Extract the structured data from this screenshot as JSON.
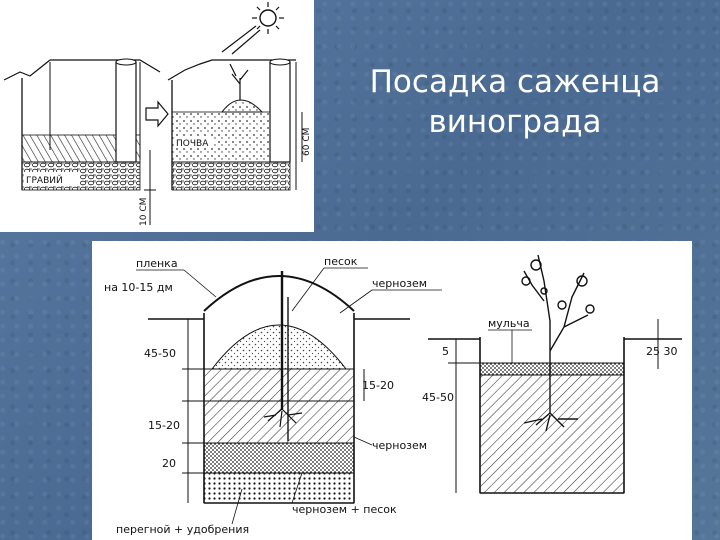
{
  "title": {
    "line1": "Посадка саженца",
    "line2": "винограда"
  },
  "top_diagram": {
    "labels": {
      "soil": "ПОЧВА",
      "gravel": "ГРАВИЙ",
      "depth_bottom": "10 СМ",
      "depth_side": "60 СМ"
    }
  },
  "bottom_diagram": {
    "labels": {
      "film": "пленка",
      "film_distance": "на 10-15 дм",
      "sand": "песок",
      "chernozem_top": "чернозем",
      "chernozem_mid": "чернозем",
      "chernozem_sand": "чернозем + песок",
      "humus": "перегной + удобрения",
      "mulch": "мульча"
    },
    "dimensions": {
      "d1": "45-50",
      "d2": "15-20",
      "d3": "15-20",
      "d4": "20",
      "d5": "5",
      "d6": "45-50",
      "d7": "25 30"
    }
  }
}
